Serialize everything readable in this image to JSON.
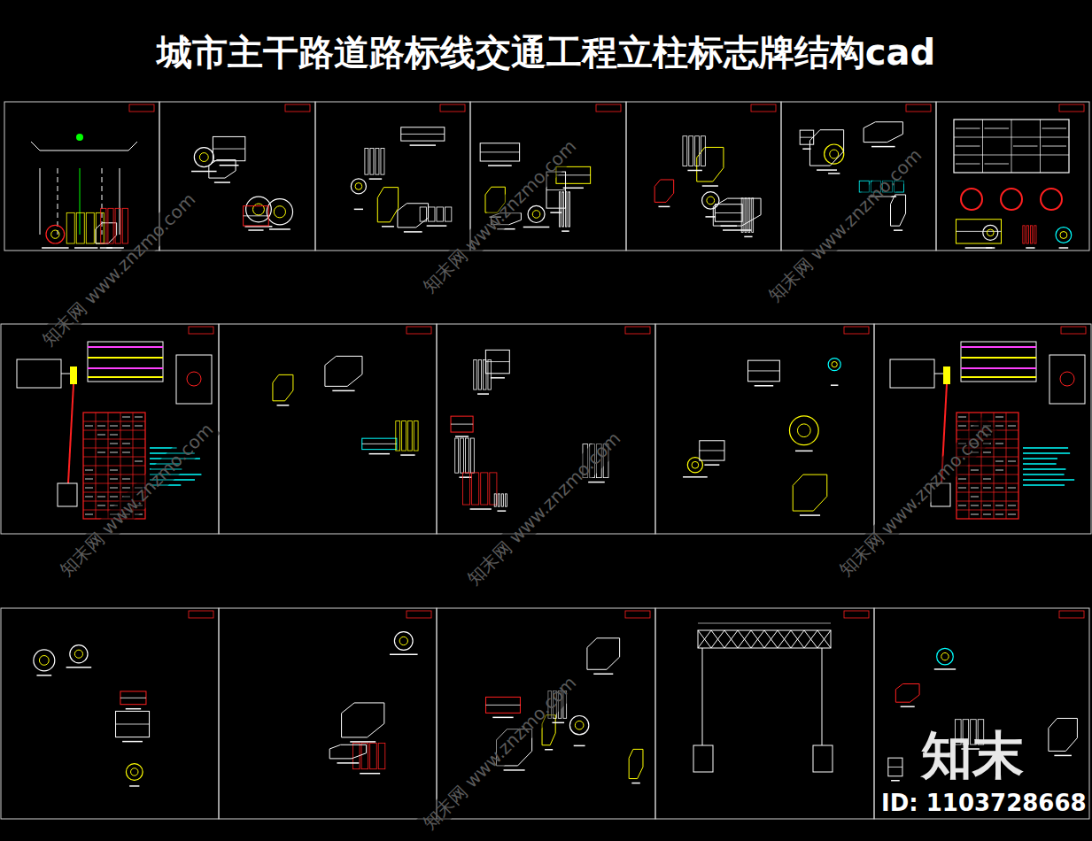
{
  "diagram": {
    "title": "城市主干路道路标线交通工程立柱标志牌结构cad",
    "labels": [
      "知末网 www.znzmo.com",
      "知末网 www.znzmo.com",
      "知末网 www.znzmo.com",
      "知末网 www.znzmo.com",
      "知末网 www.znzmo.com",
      "知末网 www.znzmo.com",
      "知末网 www.znzmo.com",
      "知末",
      "ID: 1103728668"
    ]
  }
}
